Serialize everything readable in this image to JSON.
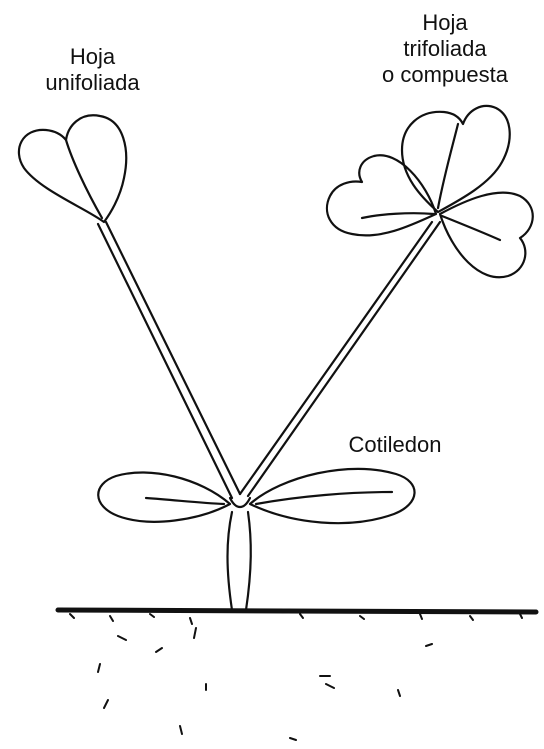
{
  "labels": {
    "unifoliate": [
      "Hoja",
      "unifoliada"
    ],
    "trifoliate": [
      "Hoja",
      "trifoliada",
      "o compuesta"
    ],
    "cotyledon": "Cotiledon"
  },
  "colors": {
    "ink": "#111111",
    "background": "#ffffff"
  }
}
